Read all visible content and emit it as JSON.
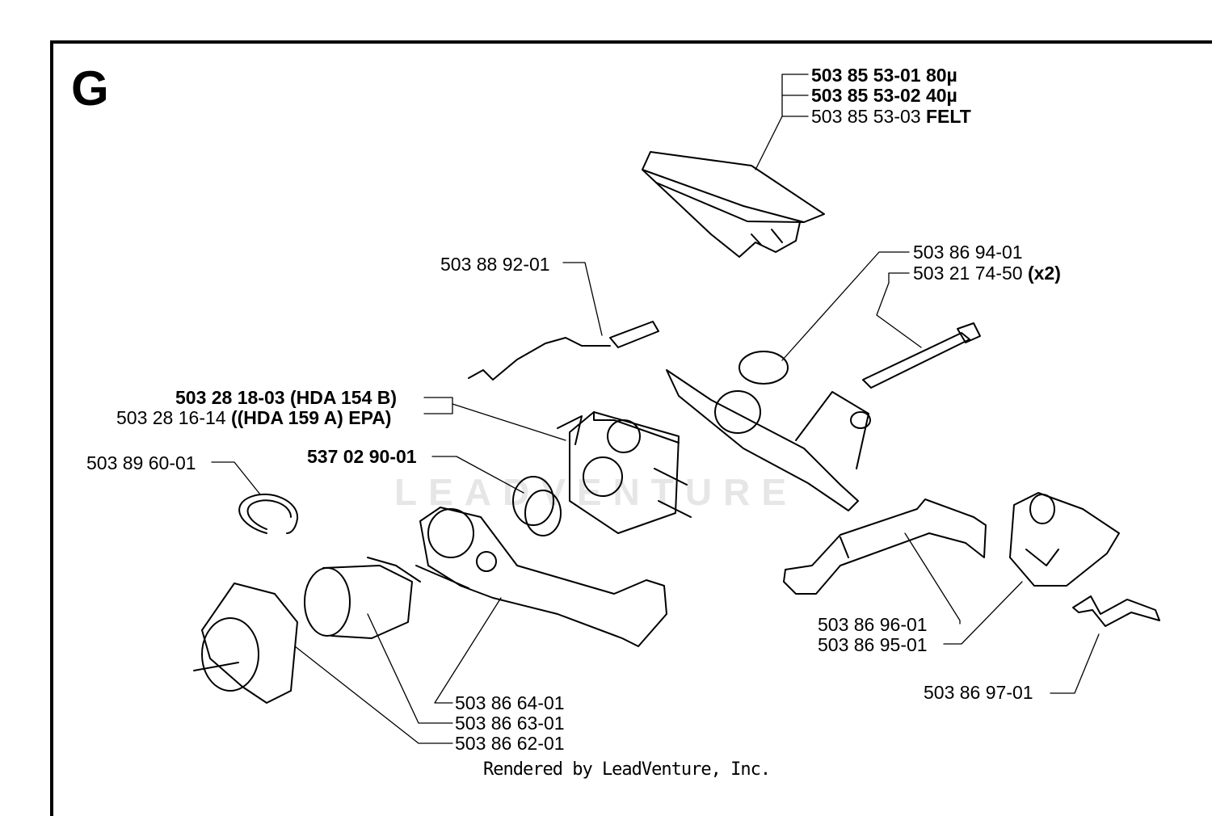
{
  "section_letter": "G",
  "watermark": "LEADVENTURE",
  "footer": "Rendered by LeadVenture, Inc.",
  "labels": {
    "filter_80": {
      "part": "503 85 53-01",
      "note": "80µ"
    },
    "filter_40": {
      "part": "503 85 53-02",
      "note": "40µ"
    },
    "filter_felt": {
      "part": "503 85 53-03",
      "note": "FELT"
    },
    "link_rod": {
      "part": "503 88 92-01"
    },
    "holder": {
      "part": "503 86 94-01"
    },
    "bolt": {
      "part": "503 21 74-50",
      "note": "(x2)"
    },
    "carb_b": {
      "part": "503 28 18-03",
      "note": "(HDA 154 B)"
    },
    "carb_a": {
      "part": "503 28 16-14",
      "note": "((HDA 159 A) EPA)"
    },
    "seal": {
      "part": "537 02 90-01"
    },
    "circlip": {
      "part": "503 89 60-01"
    },
    "lever": {
      "part": "503 86 96-01"
    },
    "cover": {
      "part": "503 86 95-01"
    },
    "spring": {
      "part": "503 86 97-01"
    },
    "flange": {
      "part": "503 86 64-01"
    },
    "intake": {
      "part": "503 86 63-01"
    },
    "adapter": {
      "part": "503 86 62-01"
    }
  }
}
